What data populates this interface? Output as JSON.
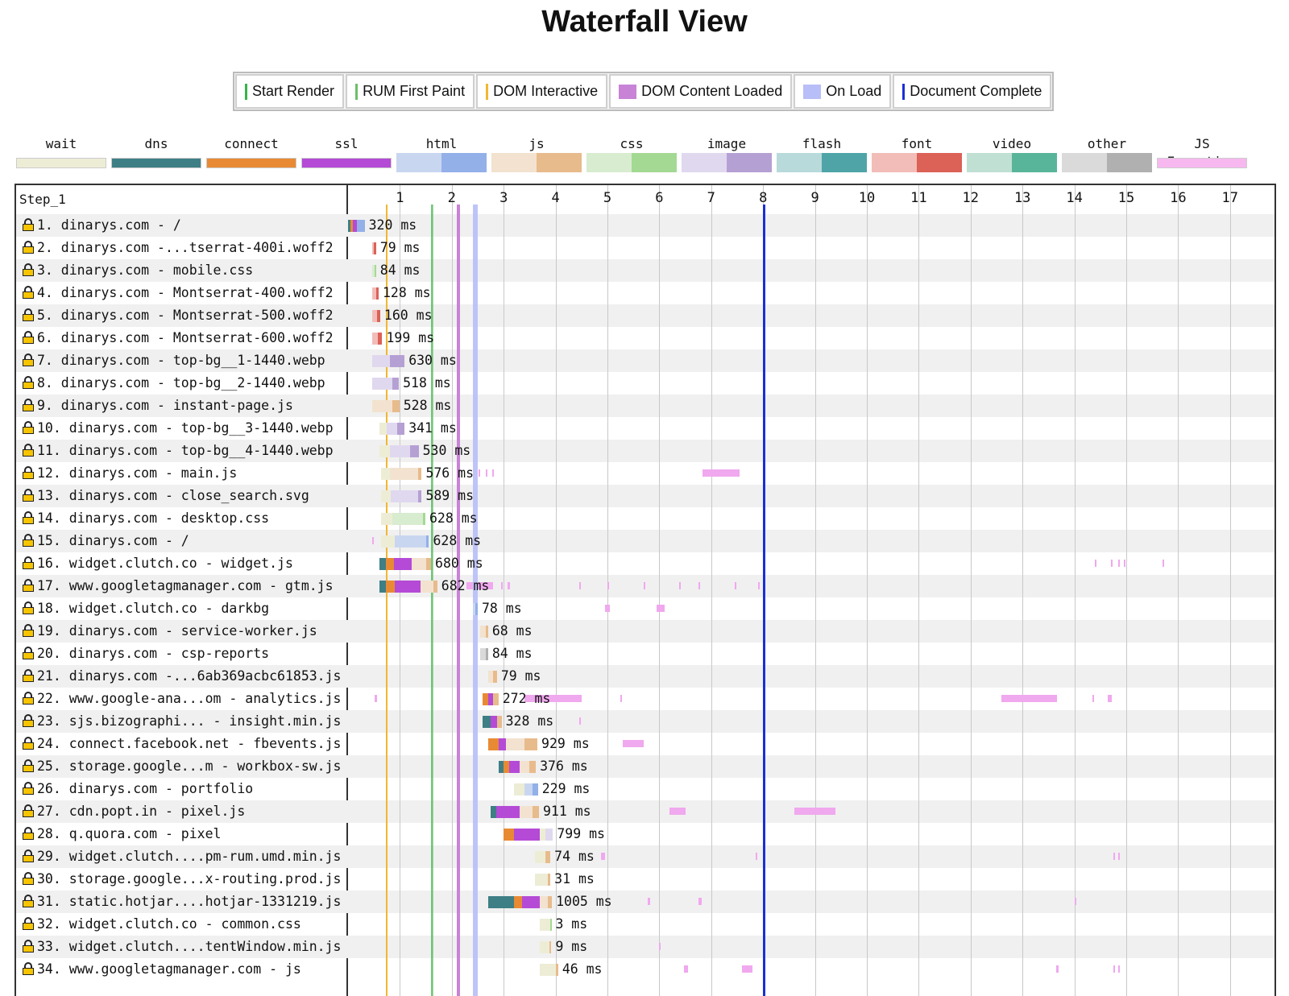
{
  "page": {
    "title": "Waterfall View"
  },
  "milestones_legend": [
    {
      "label": "Start Render",
      "color": "#36b34a",
      "kind": "line"
    },
    {
      "label": "RUM First Paint",
      "color": "#6cbf69",
      "kind": "line"
    },
    {
      "label": "DOM Interactive",
      "color": "#f2b731",
      "kind": "line"
    },
    {
      "label": "DOM Content Loaded",
      "color": "#c883d6",
      "kind": "box"
    },
    {
      "label": "On Load",
      "color": "#b8bef7",
      "kind": "box"
    },
    {
      "label": "Document Complete",
      "color": "#1b2fd6",
      "kind": "line"
    }
  ],
  "type_legend": [
    {
      "label": "wait",
      "light": "#ededd6",
      "dark": "#ededd6"
    },
    {
      "label": "dns",
      "light": "#3d7f85",
      "dark": "#3d7f85"
    },
    {
      "label": "connect",
      "light": "#e88a34",
      "dark": "#e88a34"
    },
    {
      "label": "ssl",
      "light": "#b44ad6",
      "dark": "#b44ad6"
    },
    {
      "label": "html",
      "light": "#c9d6f0",
      "dark": "#93b0e8"
    },
    {
      "label": "js",
      "light": "#f2e2cf",
      "dark": "#e8bb8c"
    },
    {
      "label": "css",
      "light": "#d8ecd0",
      "dark": "#a4d994"
    },
    {
      "label": "image",
      "light": "#e0d8ef",
      "dark": "#b5a0d4"
    },
    {
      "label": "flash",
      "light": "#b8dadb",
      "dark": "#4fa4a8"
    },
    {
      "label": "font",
      "light": "#f2bdb9",
      "dark": "#dc6157"
    },
    {
      "label": "video",
      "light": "#bfe0d3",
      "dark": "#59b59a"
    },
    {
      "label": "other",
      "light": "#dadada",
      "dark": "#b0b0b0"
    },
    {
      "label": "JS Execution",
      "light": "#f7b8f0",
      "dark": "#f7b8f0"
    }
  ],
  "waterfall": {
    "step_label": "Step_1",
    "ticks": [
      "1",
      "2",
      "3",
      "4",
      "5",
      "6",
      "7",
      "8",
      "9",
      "10",
      "11",
      "12",
      "13",
      "14",
      "15",
      "16",
      "17"
    ],
    "milestones": {
      "start_render": 1.6,
      "rum_first_paint": 1.6,
      "dom_interactive": 0.73,
      "dom_content_loaded": 2.1,
      "on_load": [
        2.4,
        2.5
      ],
      "document_complete": 8.0
    },
    "rows": [
      {
        "name": "1. dinarys.com - /",
        "dur": "320 ms",
        "start": 0.0,
        "segs": [
          [
            "#3d7f85",
            0.0,
            0.05
          ],
          [
            "#e88a34",
            0.05,
            0.1
          ],
          [
            "#b44ad6",
            0.1,
            0.17
          ],
          [
            "#93b0e8",
            0.17,
            0.32
          ]
        ],
        "js": []
      },
      {
        "name": "2. dinarys.com -...tserrat-400i.woff2",
        "dur": "79 ms",
        "start": 0.46,
        "segs": [
          [
            "#f2bdb9",
            0.46,
            0.5
          ],
          [
            "#dc6157",
            0.5,
            0.54
          ]
        ],
        "js": []
      },
      {
        "name": "3. dinarys.com - mobile.css",
        "dur": "84 ms",
        "start": 0.46,
        "segs": [
          [
            "#d8ecd0",
            0.46,
            0.51
          ],
          [
            "#a4d994",
            0.51,
            0.54
          ]
        ],
        "js": []
      },
      {
        "name": "4. dinarys.com - Montserrat-400.woff2",
        "dur": "128 ms",
        "start": 0.46,
        "segs": [
          [
            "#f2bdb9",
            0.46,
            0.54
          ],
          [
            "#dc6157",
            0.54,
            0.59
          ]
        ],
        "js": []
      },
      {
        "name": "5. dinarys.com - Montserrat-500.woff2",
        "dur": "160 ms",
        "start": 0.46,
        "segs": [
          [
            "#f2bdb9",
            0.46,
            0.56
          ],
          [
            "#dc6157",
            0.56,
            0.62
          ]
        ],
        "js": []
      },
      {
        "name": "6. dinarys.com - Montserrat-600.woff2",
        "dur": "199 ms",
        "start": 0.46,
        "segs": [
          [
            "#f2bdb9",
            0.46,
            0.58
          ],
          [
            "#dc6157",
            0.58,
            0.66
          ]
        ],
        "js": []
      },
      {
        "name": "7. dinarys.com - top-bg__1-1440.webp",
        "dur": "630 ms",
        "start": 0.46,
        "segs": [
          [
            "#e0d8ef",
            0.46,
            0.8
          ],
          [
            "#b5a0d4",
            0.8,
            1.09
          ]
        ],
        "js": []
      },
      {
        "name": "8. dinarys.com - top-bg__2-1440.webp",
        "dur": "518 ms",
        "start": 0.46,
        "segs": [
          [
            "#e0d8ef",
            0.46,
            0.85
          ],
          [
            "#b5a0d4",
            0.85,
            0.98
          ]
        ],
        "js": []
      },
      {
        "name": "9. dinarys.com - instant-page.js",
        "dur": "528 ms",
        "start": 0.46,
        "segs": [
          [
            "#f2e2cf",
            0.46,
            0.86
          ],
          [
            "#e8bb8c",
            0.86,
            0.99
          ]
        ],
        "js": []
      },
      {
        "name": "10. dinarys.com - top-bg__3-1440.webp",
        "dur": "341 ms",
        "start": 0.6,
        "segs": [
          [
            "#ededd6",
            0.6,
            0.75
          ],
          [
            "#e0d8ef",
            0.75,
            0.95
          ],
          [
            "#b5a0d4",
            0.95,
            1.09
          ]
        ],
        "js": []
      },
      {
        "name": "11. dinarys.com - top-bg__4-1440.webp",
        "dur": "530 ms",
        "start": 0.6,
        "segs": [
          [
            "#ededd6",
            0.6,
            0.8
          ],
          [
            "#e0d8ef",
            0.8,
            1.2
          ],
          [
            "#b5a0d4",
            1.2,
            1.36
          ]
        ],
        "js": []
      },
      {
        "name": "12. dinarys.com - main.js",
        "dur": "576 ms",
        "start": 0.64,
        "segs": [
          [
            "#ededd6",
            0.64,
            0.8
          ],
          [
            "#f2e2cf",
            0.8,
            1.35
          ],
          [
            "#e8bb8c",
            1.35,
            1.42
          ]
        ],
        "js": [
          [
            2.52,
            2.55
          ],
          [
            2.65,
            2.68
          ],
          [
            2.78,
            2.8
          ],
          [
            6.83,
            7.55
          ]
        ]
      },
      {
        "name": "13. dinarys.com - close_search.svg",
        "dur": "589 ms",
        "start": 0.64,
        "segs": [
          [
            "#ededd6",
            0.64,
            0.82
          ],
          [
            "#e0d8ef",
            0.82,
            1.35
          ],
          [
            "#b5a0d4",
            1.35,
            1.42
          ]
        ],
        "js": []
      },
      {
        "name": "14. dinarys.com - desktop.css",
        "dur": "628 ms",
        "start": 0.64,
        "segs": [
          [
            "#ededd6",
            0.64,
            0.86
          ],
          [
            "#d8ecd0",
            0.86,
            1.45
          ],
          [
            "#a4d994",
            1.45,
            1.49
          ]
        ],
        "js": []
      },
      {
        "name": "15. dinarys.com - /",
        "dur": "628 ms",
        "start": 0.64,
        "segs": [
          [
            "#ededd6",
            0.64,
            0.9
          ],
          [
            "#c9d6f0",
            0.9,
            1.5
          ],
          [
            "#93b0e8",
            1.5,
            1.56
          ]
        ],
        "js": [
          [
            0.47,
            0.5
          ]
        ]
      },
      {
        "name": "16. widget.clutch.co - widget.js",
        "dur": "680 ms",
        "start": 0.6,
        "segs": [
          [
            "#3d7f85",
            0.6,
            0.73
          ],
          [
            "#e88a34",
            0.73,
            0.88
          ],
          [
            "#b44ad6",
            0.88,
            1.23
          ],
          [
            "#f2e2cf",
            1.23,
            1.5
          ],
          [
            "#e8bb8c",
            1.5,
            1.6
          ]
        ],
        "js": [
          [
            14.4,
            14.43
          ],
          [
            14.7,
            14.73
          ],
          [
            14.85,
            14.88
          ],
          [
            14.95,
            14.98
          ],
          [
            15.7,
            15.73
          ]
        ]
      },
      {
        "name": "17. www.googletagmanager.com - gtm.js",
        "dur": "682 ms",
        "start": 0.6,
        "segs": [
          [
            "#3d7f85",
            0.6,
            0.73
          ],
          [
            "#e88a34",
            0.73,
            0.9
          ],
          [
            "#b44ad6",
            0.9,
            1.4
          ],
          [
            "#f2e2cf",
            1.4,
            1.65
          ],
          [
            "#e8bb8c",
            1.65,
            1.72
          ]
        ],
        "js": [
          [
            2.28,
            2.4
          ],
          [
            2.5,
            2.8
          ],
          [
            2.95,
            2.98
          ],
          [
            3.08,
            3.12
          ],
          [
            4.45,
            4.48
          ],
          [
            5.0,
            5.03
          ],
          [
            5.7,
            5.73
          ],
          [
            6.38,
            6.41
          ],
          [
            6.75,
            6.78
          ],
          [
            7.45,
            7.48
          ],
          [
            7.9,
            7.93
          ]
        ]
      },
      {
        "name": "18. widget.clutch.co - darkbg",
        "dur": "78 ms",
        "start": 2.4,
        "segs": [
          [
            "#c9d6f0",
            2.4,
            2.45
          ],
          [
            "#93b0e8",
            2.45,
            2.5
          ]
        ],
        "js": [
          [
            4.95,
            5.05
          ],
          [
            5.95,
            6.1
          ]
        ]
      },
      {
        "name": "19. dinarys.com - service-worker.js",
        "dur": "68 ms",
        "start": 2.55,
        "segs": [
          [
            "#f2e2cf",
            2.55,
            2.65
          ],
          [
            "#e8bb8c",
            2.65,
            2.7
          ]
        ],
        "js": []
      },
      {
        "name": "20. dinarys.com - csp-reports",
        "dur": "84 ms",
        "start": 2.55,
        "segs": [
          [
            "#dadada",
            2.55,
            2.65
          ],
          [
            "#b0b0b0",
            2.65,
            2.7
          ]
        ],
        "js": []
      },
      {
        "name": "21. dinarys.com -...6ab369acbc61853.js",
        "dur": "79 ms",
        "start": 2.7,
        "segs": [
          [
            "#f2e2cf",
            2.7,
            2.8
          ],
          [
            "#e8bb8c",
            2.8,
            2.87
          ]
        ],
        "js": []
      },
      {
        "name": "22. www.google-ana...om - analytics.js",
        "dur": "272 ms",
        "start": 2.6,
        "segs": [
          [
            "#e88a34",
            2.6,
            2.7
          ],
          [
            "#b44ad6",
            2.7,
            2.8
          ],
          [
            "#e8bb8c",
            2.8,
            2.9
          ]
        ],
        "js": [
          [
            0.52,
            0.56
          ],
          [
            3.4,
            4.5
          ],
          [
            5.25,
            5.28
          ],
          [
            12.6,
            13.67
          ],
          [
            14.35,
            14.38
          ],
          [
            14.65,
            14.72
          ]
        ]
      },
      {
        "name": "23. sjs.bizographi... - insight.min.js",
        "dur": "328 ms",
        "start": 2.6,
        "segs": [
          [
            "#3d7f85",
            2.6,
            2.75
          ],
          [
            "#b44ad6",
            2.75,
            2.88
          ],
          [
            "#e8bb8c",
            2.88,
            2.96
          ]
        ],
        "js": [
          [
            4.45,
            4.48
          ]
        ]
      },
      {
        "name": "24. connect.facebook.net - fbevents.js",
        "dur": "929 ms",
        "start": 2.7,
        "segs": [
          [
            "#e88a34",
            2.7,
            2.9
          ],
          [
            "#b44ad6",
            2.9,
            3.05
          ],
          [
            "#f2e2cf",
            3.05,
            3.4
          ],
          [
            "#e8bb8c",
            3.4,
            3.65
          ]
        ],
        "js": [
          [
            5.3,
            5.7
          ]
        ]
      },
      {
        "name": "25. storage.google...m - workbox-sw.js",
        "dur": "376 ms",
        "start": 2.9,
        "segs": [
          [
            "#3d7f85",
            2.9,
            3.0
          ],
          [
            "#e88a34",
            3.0,
            3.1
          ],
          [
            "#b44ad6",
            3.1,
            3.3
          ],
          [
            "#f2e2cf",
            3.3,
            3.5
          ],
          [
            "#e8bb8c",
            3.5,
            3.62
          ]
        ],
        "js": []
      },
      {
        "name": "26. dinarys.com - portfolio",
        "dur": "229 ms",
        "start": 3.2,
        "segs": [
          [
            "#ededd6",
            3.2,
            3.4
          ],
          [
            "#c9d6f0",
            3.4,
            3.55
          ],
          [
            "#93b0e8",
            3.55,
            3.66
          ]
        ],
        "js": []
      },
      {
        "name": "27. cdn.popt.in - pixel.js",
        "dur": "911 ms",
        "start": 2.75,
        "segs": [
          [
            "#3d7f85",
            2.75,
            2.85
          ],
          [
            "#b44ad6",
            2.85,
            3.3
          ],
          [
            "#f2e2cf",
            3.3,
            3.55
          ],
          [
            "#e8bb8c",
            3.55,
            3.68
          ]
        ],
        "js": [
          [
            6.2,
            6.5
          ],
          [
            8.6,
            9.4
          ]
        ]
      },
      {
        "name": "28. q.quora.com - pixel",
        "dur": "799 ms",
        "start": 3.0,
        "segs": [
          [
            "#e88a34",
            3.0,
            3.2
          ],
          [
            "#b44ad6",
            3.2,
            3.7
          ],
          [
            "#ededd6",
            3.7,
            3.8
          ],
          [
            "#e0d8ef",
            3.8,
            3.95
          ]
        ],
        "js": []
      },
      {
        "name": "29. widget.clutch....pm-rum.umd.min.js",
        "dur": "74 ms",
        "start": 3.6,
        "segs": [
          [
            "#ededd6",
            3.6,
            3.8
          ],
          [
            "#e8bb8c",
            3.8,
            3.9
          ]
        ],
        "js": [
          [
            4.88,
            4.95
          ],
          [
            7.85,
            7.88
          ],
          [
            14.75,
            14.78
          ],
          [
            14.85,
            14.88
          ]
        ]
      },
      {
        "name": "30. storage.google...x-routing.prod.js",
        "dur": "31 ms",
        "start": 3.6,
        "segs": [
          [
            "#ededd6",
            3.6,
            3.85
          ],
          [
            "#e8bb8c",
            3.85,
            3.9
          ]
        ],
        "js": []
      },
      {
        "name": "31. static.hotjar....hotjar-1331219.js",
        "dur": "1005 ms",
        "start": 2.7,
        "segs": [
          [
            "#3d7f85",
            2.7,
            3.2
          ],
          [
            "#e88a34",
            3.2,
            3.35
          ],
          [
            "#b44ad6",
            3.35,
            3.7
          ],
          [
            "#f2e2cf",
            3.7,
            3.85
          ],
          [
            "#e8bb8c",
            3.85,
            3.93
          ]
        ],
        "js": [
          [
            5.78,
            5.82
          ],
          [
            6.75,
            6.82
          ],
          [
            14.0,
            14.03
          ]
        ]
      },
      {
        "name": "32. widget.clutch.co - common.css",
        "dur": "3 ms",
        "start": 3.7,
        "segs": [
          [
            "#ededd6",
            3.7,
            3.9
          ],
          [
            "#a4d994",
            3.9,
            3.92
          ]
        ],
        "js": []
      },
      {
        "name": "33. widget.clutch....tentWindow.min.js",
        "dur": "9 ms",
        "start": 3.7,
        "segs": [
          [
            "#ededd6",
            3.7,
            3.88
          ],
          [
            "#e8bb8c",
            3.88,
            3.92
          ]
        ],
        "js": [
          [
            6.0,
            6.03
          ]
        ]
      },
      {
        "name": "34. www.googletagmanager.com - js",
        "dur": "46 ms",
        "start": 3.7,
        "segs": [
          [
            "#ededd6",
            3.7,
            4.0
          ],
          [
            "#e8bb8c",
            4.0,
            4.05
          ]
        ],
        "js": [
          [
            6.48,
            6.55
          ],
          [
            7.6,
            7.8
          ],
          [
            13.65,
            13.7
          ],
          [
            14.75,
            14.78
          ],
          [
            14.85,
            14.88
          ]
        ]
      }
    ]
  }
}
